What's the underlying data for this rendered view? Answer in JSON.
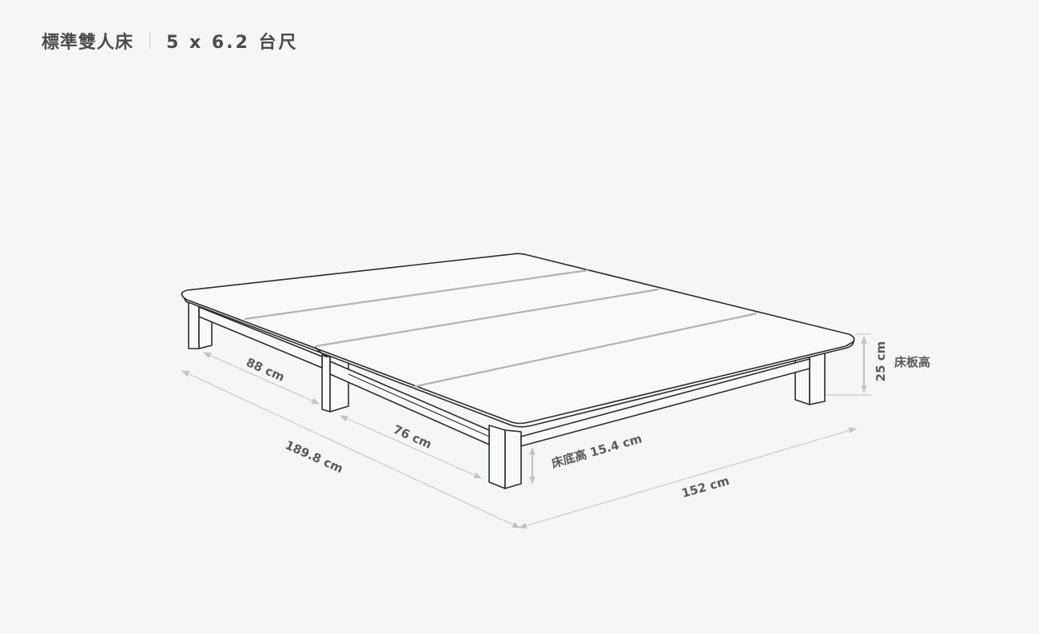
{
  "header": {
    "title": "標準雙人床",
    "size": "5 x 6.2 台尺"
  },
  "dimensions": {
    "panel_left": "88 cm",
    "panel_right": "76 cm",
    "length": "189.8 cm",
    "width": "152 cm",
    "base_height": "床底高 15.4 cm",
    "board_height_value": "25 cm",
    "board_height_label": "床板高"
  },
  "colors": {
    "background": "#f5f7f6",
    "outline": "#2b2b2b",
    "seam": "#b5b5b5",
    "dimension_line": "#cfcfcf",
    "text": "#5a5a5a"
  }
}
